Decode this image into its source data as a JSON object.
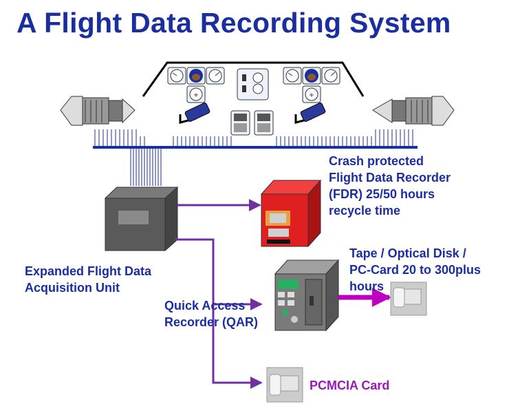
{
  "title": "A Flight Data Recording System",
  "labels": {
    "fdr_line1": "Crash protected",
    "fdr_line2": "Flight Data Recorder",
    "fdr_line3": "(FDR) 25/50 hours",
    "fdr_line4": "recycle time",
    "media_line1": "Tape / Optical Disk /",
    "media_line2": "PC-Card 20 to 300plus",
    "media_line3": "hours",
    "efdau_line1": "Expanded Flight Data",
    "efdau_line2": "Acquisition Unit",
    "qar_line1": "Quick Access",
    "qar_line2": "Recorder (QAR)",
    "pcmcia": "PCMCIA Card"
  },
  "colors": {
    "title": "#1a2ea0",
    "bus": "#1a2ea0",
    "connector": "#7030a0",
    "media_arrow": "#c000c0",
    "pcmcia_label": "#9b18b8",
    "fdr": "#d42020"
  }
}
